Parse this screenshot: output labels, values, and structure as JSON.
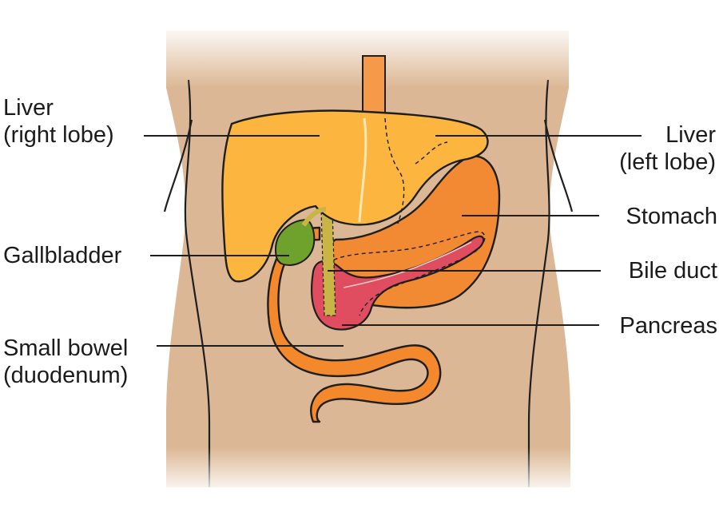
{
  "labels": {
    "liver_right": {
      "line1": "Liver",
      "line2": "(right lobe)"
    },
    "liver_left": {
      "line1": "Liver",
      "line2": "(left lobe)"
    },
    "stomach": "Stomach",
    "gallbladder": "Gallbladder",
    "bile_duct": "Bile duct",
    "pancreas": "Pancreas",
    "small_bowel": {
      "line1": "Small bowel",
      "line2": "(duodenum)"
    }
  },
  "colors": {
    "skin": "#dcb795",
    "liver": "#fcb63f",
    "stomach": "#f28a34",
    "gallbladder": "#6fa22d",
    "pancreas": "#e04d61",
    "duodenum": "#f4882c",
    "esophagus": "#f59a48",
    "bile_duct": "#c8b546",
    "outline": "#1e1e1e"
  }
}
